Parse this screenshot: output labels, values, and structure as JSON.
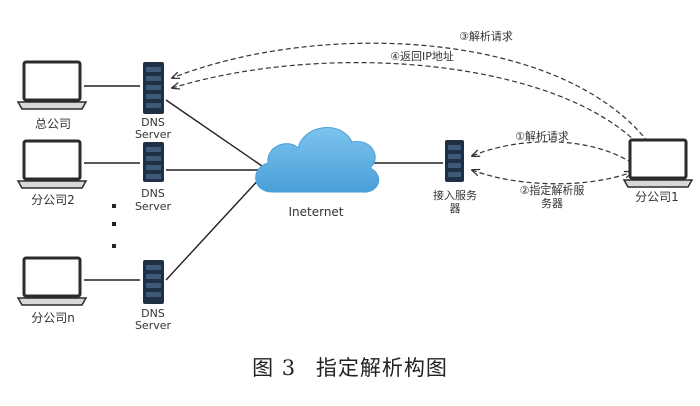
{
  "nodes": {
    "hq": "总公司",
    "branch2": "分公司2",
    "branchn": "分公司n",
    "branch1": "分公司1",
    "dns_line1": "DNS",
    "dns_line2": "Server",
    "internet": "Ineternet",
    "access_line1": "接入服务",
    "access_line2": "器"
  },
  "arrows": {
    "step3": "③解析请求",
    "step4": "④返回IP地址",
    "step1": "①解析请求",
    "step2_line1": "②指定解析服",
    "step2_line2": "务器"
  },
  "caption": {
    "figure": "图 3",
    "title": "指定解析构图"
  },
  "colors": {
    "cloud": "#5aaee3",
    "server_dark": "#1f2f44",
    "server_light": "#3d5a7a",
    "screen": "#ffffff",
    "line": "#222222"
  }
}
